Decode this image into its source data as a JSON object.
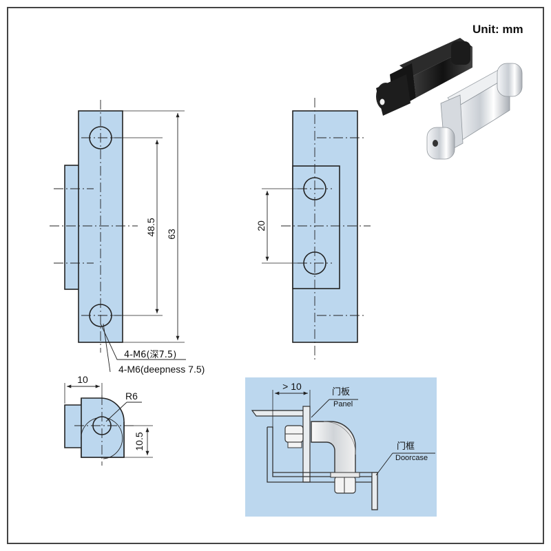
{
  "unit_label": "Unit: mm",
  "front_view": {
    "dim_height_outer": "63",
    "dim_hole_spacing": "48.5",
    "thread_note_cn": "4-M6(深7.5)",
    "thread_note_en": "4-M6(deepness 7.5)"
  },
  "side_view": {
    "dim_hole_spacing": "20"
  },
  "top_view": {
    "dim_width": "10",
    "dim_radius": "R6",
    "dim_height": "10.5"
  },
  "install_view": {
    "dim_gap": "> 10",
    "panel_cn": "门板",
    "panel_en": "Panel",
    "doorcase_cn": "门框",
    "doorcase_en": "Doorcase"
  },
  "colors": {
    "part_fill": "#bcd7ee",
    "install_bg": "#bcd7ee",
    "hinge_black": "#1e1e1e",
    "hinge_chrome": "#d9dde2"
  }
}
